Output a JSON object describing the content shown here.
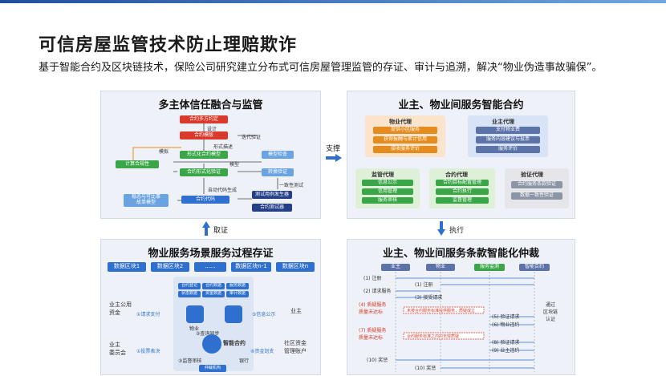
{
  "header": {
    "title": "可信房屋监管技术防止理赔欺诈",
    "subtitle": "基于智能合约及区块链技术，保险公司研究建立分布式可信房屋管理监管的存证、审计与追溯，解决“物业伪造事故骗保”。"
  },
  "colors": {
    "accent": "#1f4e9e",
    "panel_bg": "#eef2f8",
    "red": "#d93a2b",
    "green": "#3aa648",
    "blue": "#2e6fcf",
    "orange": "#e58c1e"
  },
  "connectors": {
    "support": "支撑",
    "execute": "执行",
    "evidence": "取证"
  },
  "panel_tl": {
    "title": "多主体信任融合与监管",
    "contract_parties": "合约多方约定",
    "design": "设计",
    "contract_template": "合约模版",
    "iterative_verify": "迭代验证",
    "formal_desc": "形式描述",
    "modeling": "模拟",
    "formal_contract_model": "形式化合约模型",
    "model": "模型",
    "model_checker": "模型检查",
    "calc_rules": "计算合规性",
    "formal_verify": "合约形式化验证",
    "convert_verify": "转换验证",
    "consistency_test": "一致性测试",
    "auto_codegen": "自动代码生成",
    "tx_record": "稳态与可比事\n故单模型",
    "contract_code": "合约代码",
    "test_case_gen": "测试用例发生器",
    "contract_tester": "合约测试器"
  },
  "panel_tr": {
    "title": "业主、物业间服务智能合约",
    "property_agent": "物业代理",
    "pa_items": [
      "提供小区服务",
      "获得报酬与累计信用",
      "接收服务评价"
    ],
    "owner_agent": "业主代理",
    "oa_items": [
      "支付物业费",
      "服务内容建议与投票",
      "服务评价"
    ],
    "supervise_agent": "监管代理",
    "sa_items": [
      "信息公示",
      "信用管理",
      "服务审核"
    ],
    "contract_agent": "合约代理",
    "ca_items": [
      "合约目标配置管理",
      "合约执行",
      "监督管理"
    ],
    "verify_agent": "验证代理",
    "va_items": [
      "合约服务条款验证",
      "数据一致性验证"
    ]
  },
  "panel_bl": {
    "title": "物业服务场景服务过程存证",
    "blocks": [
      "数据区块1",
      "数据区块2",
      "......",
      "数据区块n-1",
      "数据区块n"
    ],
    "owner_fund": "业主公用\n资金",
    "request_pay": "①请求支付",
    "owner_committee": "业主\n委员会",
    "vote": "①投票表决",
    "info_public": "⑤信息公示",
    "owner": "业主",
    "community_account": "社区资金\n管理账户",
    "fund_move": "④资金划支",
    "property": "物业",
    "smart_contract": "智能合约",
    "bank": "银行",
    "verifier": "仲裁机构",
    "approve": "③监督审核",
    "sync": "②查询同步",
    "small_boxes": [
      "合约登记",
      "合约数据",
      "服务数据",
      "状态数据",
      "资金数据",
      "审计数据"
    ]
  },
  "panel_br": {
    "title": "业主、物业间服务条款智能化仲裁",
    "lanes": [
      "业主",
      "物业",
      "服务监测",
      "智能合约"
    ],
    "steps": [
      "(1) 注册",
      "(1) 注册",
      "(2) 请求服务",
      "(3) 接受请求",
      "(4) 质疑服务\n质量未达标",
      "(5) 验证请求",
      "(6) 物业违约",
      "(7) 质疑服务\n质量未达标",
      "(8) 验证请求",
      "(9) 业主违约",
      "(10) 奖惩",
      "(10) 奖惩"
    ],
    "note1": "未按合约服务标准提供服务，质疑成立",
    "note2": "合约服务标准之内的无效质疑",
    "side_note": "通过\n区块链\n认证"
  }
}
